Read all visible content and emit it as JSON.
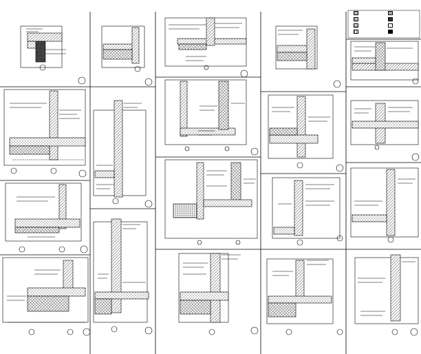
{
  "sheet": {
    "title": "",
    "panel_count": 20,
    "line_color": "#000000",
    "background": "#ffffff"
  },
  "legend": {
    "items": [
      {
        "label": "",
        "pattern": "dots"
      },
      {
        "label": "",
        "pattern": "hatch"
      },
      {
        "label": "",
        "pattern": "cross"
      },
      {
        "label": "",
        "pattern": "dense"
      },
      {
        "label": "",
        "pattern": "grid"
      },
      {
        "label": "",
        "pattern": "plain"
      },
      {
        "label": "",
        "pattern": "brick"
      },
      {
        "label": "",
        "pattern": "solid"
      }
    ]
  }
}
